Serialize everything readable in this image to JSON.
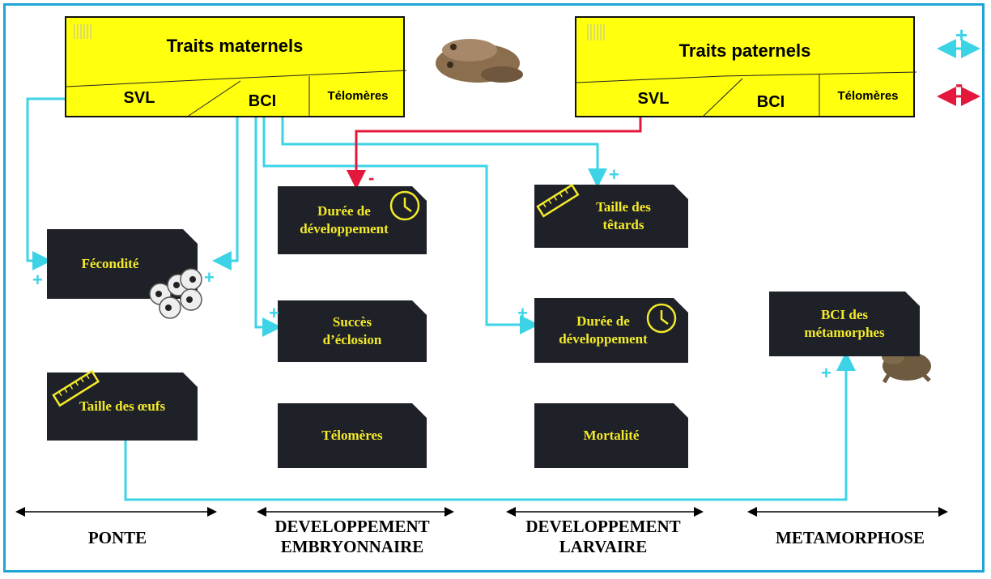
{
  "maternal": {
    "title": "Traits maternels",
    "svl": "SVL",
    "bci": "BCI",
    "telomeres": "Télomères"
  },
  "paternal": {
    "title": "Traits paternels",
    "svl": "SVL",
    "bci": "BCI",
    "telomeres": "Télomères"
  },
  "legend": {
    "positive_sign": "+",
    "negative_sign": "-",
    "positive_color": "#3cd3e6",
    "negative_color": "#e3183c"
  },
  "nodes": {
    "fecondite": "Fécondité",
    "duree_embryo": "Durée de\ndéveloppement",
    "succes": "Succès\nd’éclosion",
    "telomeres": "Télomères",
    "taille_oeufs": "Taille des œufs",
    "taille_tetards": "Taille des\ntêtards",
    "duree_larv": "Durée de\ndéveloppement",
    "mortalite": "Mortalité",
    "bci_meta": "BCI des\nmétamorphes"
  },
  "signs": {
    "fecondite_left": "+",
    "fecondite_right": "+",
    "duree_embryo": "-",
    "succes": "+",
    "taille_tetards": "+",
    "duree_larv": "+",
    "bci_meta": "+"
  },
  "stages": {
    "ponte": "PONTE",
    "dev_embryo": "DEVELOPPEMENT\nEMBRYONNAIRE",
    "dev_larv": "DEVELOPPEMENT\nLARVAIRE",
    "metamorphose": "METAMORPHOSE"
  },
  "colors": {
    "box_yellow": "#ffff0e",
    "node_dark": "#1f2128",
    "node_text": "#f3ea2a",
    "frame": "#1fa4d8"
  }
}
